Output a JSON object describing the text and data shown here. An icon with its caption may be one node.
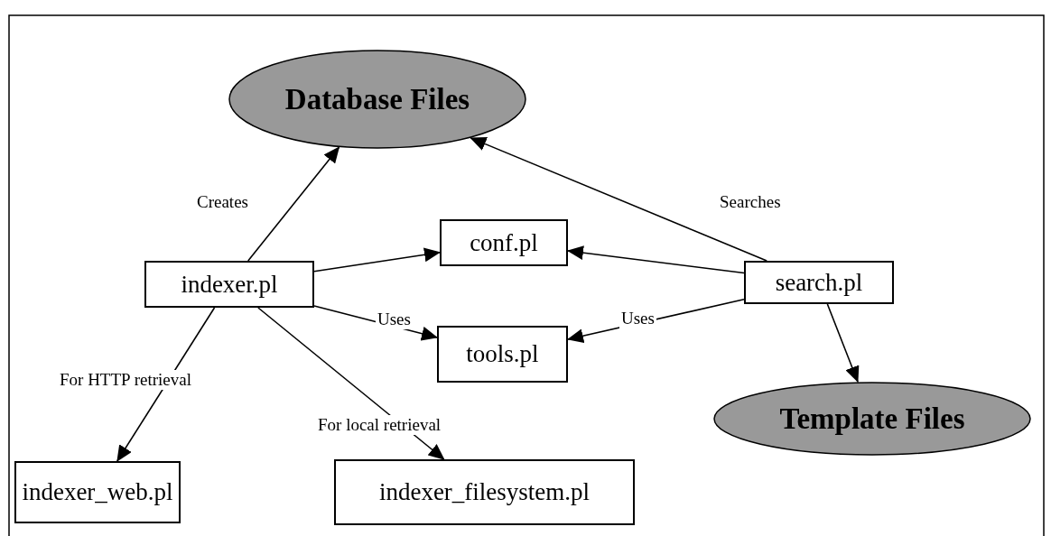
{
  "diagram": {
    "nodes": [
      {
        "text": [
          "Database Files"
        ]
      },
      {
        "text": [
          "conf.pl"
        ]
      },
      {
        "text": [
          "indexer.pl"
        ]
      },
      {
        "text": [
          "search.pl"
        ]
      },
      {
        "text": [
          "tools.pl"
        ]
      },
      {
        "text": [
          "Template Files"
        ]
      },
      {
        "text": [
          "indexer_web.pl"
        ]
      },
      {
        "text": [
          "indexer_filesystem.pl"
        ]
      }
    ],
    "edges": [
      {
        "from": 2,
        "to": 0,
        "arrow": "to",
        "label": "Creates"
      },
      {
        "from": 3,
        "to": 0,
        "arrow": "to",
        "label": "Searches"
      },
      {
        "from": 2,
        "to": 1,
        "arrow": "to"
      },
      {
        "from": 2,
        "to": 4,
        "arrow": "to",
        "label": "Uses"
      },
      {
        "from": 3,
        "to": 1,
        "arrow": "to"
      },
      {
        "from": 3,
        "to": 4,
        "arrow": "to",
        "label": "Uses"
      },
      {
        "from": 3,
        "to": 5,
        "arrow": "to"
      },
      {
        "from": 2,
        "to": 6,
        "arrow": "to",
        "label": "For HTTP retrieval"
      },
      {
        "from": 2,
        "to": 7,
        "arrow": "to",
        "label": "For local retrieval"
      }
    ]
  }
}
